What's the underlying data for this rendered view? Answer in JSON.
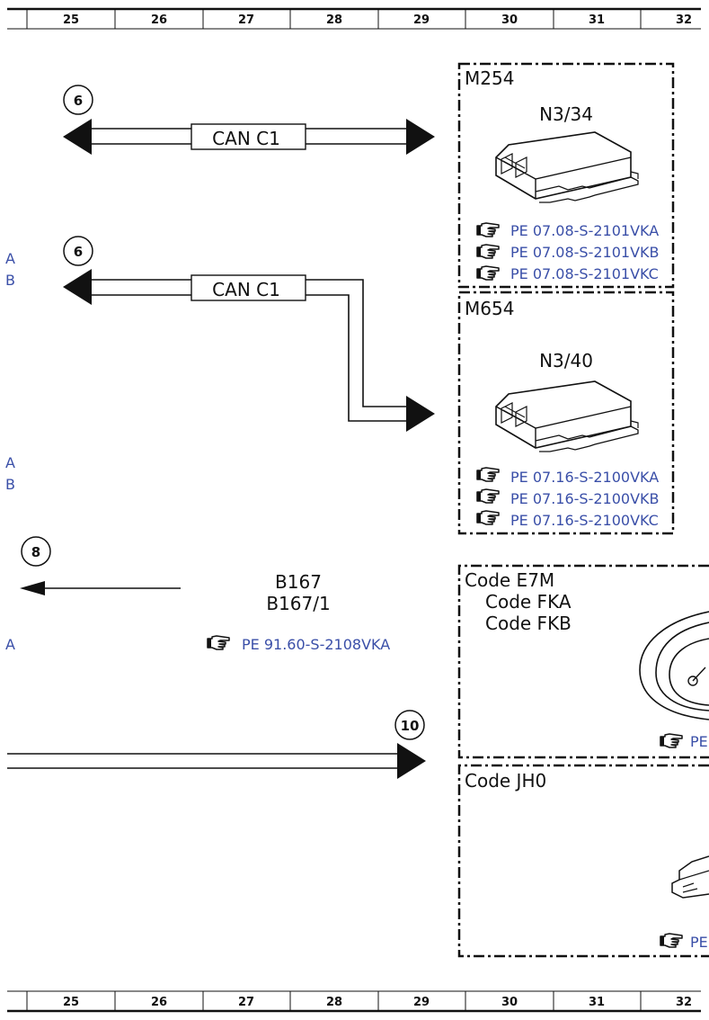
{
  "grid": {
    "columns": [
      "25",
      "26",
      "27",
      "28",
      "29",
      "30",
      "31",
      "32"
    ]
  },
  "circles": {
    "top": "6",
    "middle": "6",
    "b167": "8",
    "bus": "10"
  },
  "buses": {
    "top_label": "CAN C1",
    "middle_label": "CAN C1"
  },
  "modules": {
    "m254": {
      "title": "M254",
      "component": "N3/34",
      "links": [
        "PE 07.08-S-2101VKA",
        "PE 07.08-S-2101VKB",
        "PE 07.08-S-2101VKC"
      ]
    },
    "m654": {
      "title": "M654",
      "component": "N3/40",
      "links": [
        "PE 07.16-S-2100VKA",
        "PE 07.16-S-2100VKB",
        "PE 07.16-S-2100VKC"
      ]
    },
    "code_e7m": {
      "codes": [
        "Code E7M",
        "Code FKA",
        "Code FKB"
      ],
      "link": "PE"
    },
    "code_jh0": {
      "title": "Code JH0",
      "link": "PE"
    }
  },
  "b167": {
    "label1": "B167",
    "label2": "B167/1",
    "link": "PE 91.60-S-2108VKA"
  },
  "margin_links": [
    "A",
    "B",
    "A",
    "B",
    "A"
  ],
  "icons": [
    "pointing-hand-icon",
    "arrow-head-icon",
    "control-unit-icon",
    "instrument-gauge-icon"
  ]
}
